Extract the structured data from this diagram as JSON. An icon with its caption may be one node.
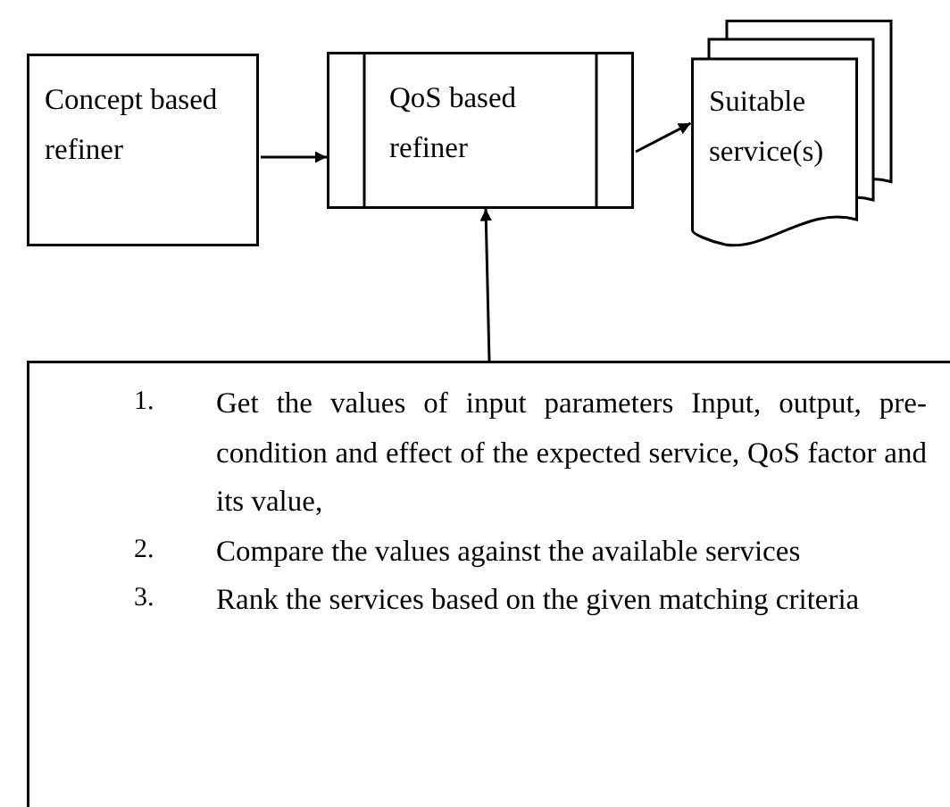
{
  "diagram": {
    "nodes": [
      {
        "text": [
          "Concept based refiner"
        ]
      },
      {
        "text": [
          "QoS based refiner"
        ]
      },
      {
        "text": [
          "Suitable service(s)"
        ]
      },
      {
        "text": [
          "1.",
          "Get the values of input parameters Input, output, pre-condition and effect of the expected service, QoS factor and its value,",
          "2.",
          "Compare the values against the available services",
          "3.",
          "Rank the services based on the given matching criteria"
        ]
      }
    ],
    "edges": [
      {
        "from": 0,
        "to": 1,
        "arrow": "to"
      },
      {
        "from": 1,
        "to": 2,
        "arrow": "to"
      },
      {
        "from": 3,
        "to": 1,
        "arrow": "to"
      }
    ]
  }
}
